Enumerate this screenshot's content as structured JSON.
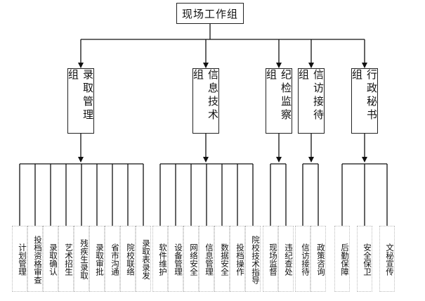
{
  "root": {
    "label": "现场工作组"
  },
  "departments": [
    {
      "label": "录取管理组",
      "leaves": [
        "计划管理",
        "投档资格审查",
        "录取确认",
        "艺术招生",
        "残疾生录取",
        "录取审批",
        "省市沟通",
        "院校联络",
        "录取表录发"
      ]
    },
    {
      "label": "信息技术组",
      "leaves": [
        "软件维护",
        "设备管理",
        "网络安全",
        "信息管理",
        "数据安全",
        "投档操作",
        "院校技术指导"
      ]
    },
    {
      "label": "纪检监察组",
      "leaves": [
        "现场监督",
        "违纪查处"
      ]
    },
    {
      "label": "信访接待组",
      "leaves": [
        "信访接待",
        "政策咨询"
      ]
    },
    {
      "label": "行政秘书组",
      "leaves": [
        "后勤保障",
        "安全保卫",
        "文秘宣传"
      ]
    }
  ]
}
